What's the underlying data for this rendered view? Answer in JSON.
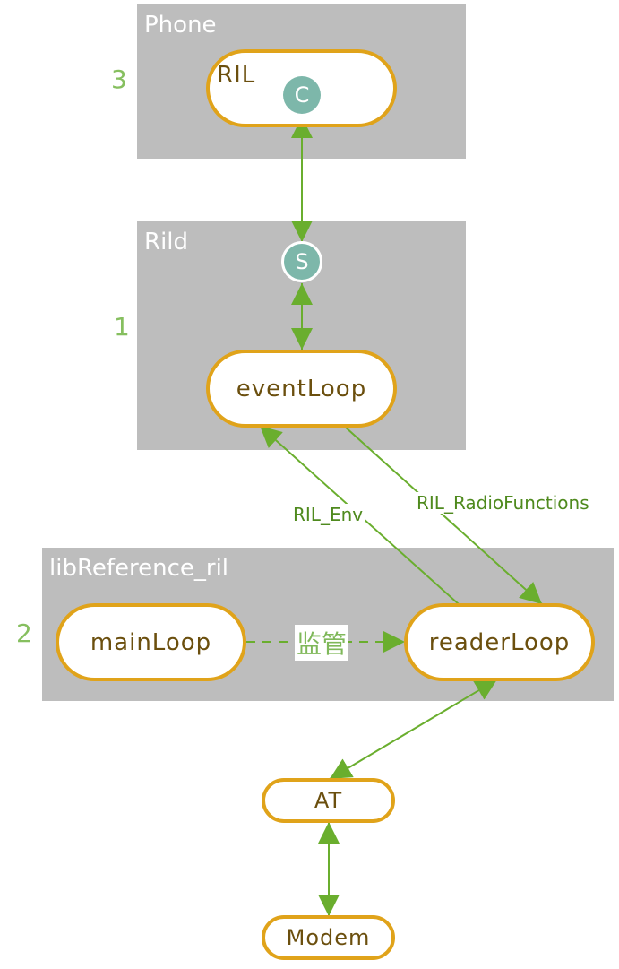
{
  "groups": {
    "phone": {
      "title": "Phone",
      "layer": "3"
    },
    "rild": {
      "title": "Rild",
      "layer": "1"
    },
    "libref": {
      "title": "libReference_ril",
      "layer": "2"
    }
  },
  "nodes": {
    "ril": "RIL",
    "event_loop": "eventLoop",
    "main_loop": "mainLoop",
    "reader_loop": "readerLoop",
    "at": "AT",
    "modem": "Modem"
  },
  "ports": {
    "client": "C",
    "server": "S"
  },
  "edges": [
    {
      "from": "RIL.C",
      "to": "Rild.S",
      "style": "solid",
      "arrows": "both",
      "label": ""
    },
    {
      "from": "Rild.S",
      "to": "eventLoop",
      "style": "solid",
      "arrows": "both",
      "label": ""
    },
    {
      "from": "readerLoop",
      "to": "eventLoop",
      "style": "solid",
      "arrows": "end",
      "label": "RIL_Env"
    },
    {
      "from": "eventLoop",
      "to": "readerLoop",
      "style": "solid",
      "arrows": "end",
      "label": "RIL_RadioFunctions"
    },
    {
      "from": "mainLoop",
      "to": "readerLoop",
      "style": "dashed",
      "arrows": "end",
      "label": "监管"
    },
    {
      "from": "readerLoop",
      "to": "AT",
      "style": "solid",
      "arrows": "both",
      "label": ""
    },
    {
      "from": "AT",
      "to": "Modem",
      "style": "solid",
      "arrows": "both",
      "label": ""
    }
  ],
  "colors": {
    "group_bg": "#bdbdbd",
    "node_border": "#e0a31a",
    "node_text": "#6b4f0e",
    "edge": "#6aae2e",
    "edge_label": "#4f8a1e",
    "port": "#7db7aa",
    "layer_number": "#86bf5f"
  }
}
